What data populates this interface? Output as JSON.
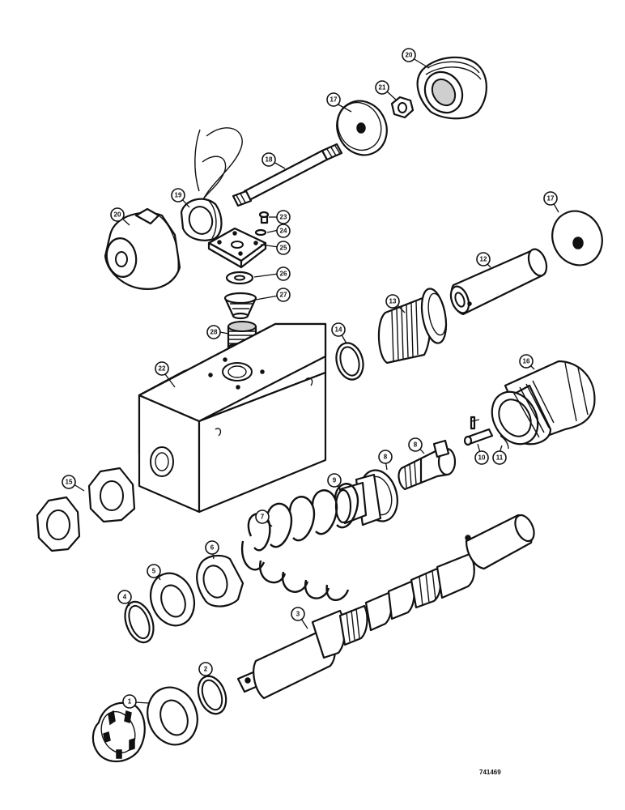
{
  "figure_number": "741469",
  "callouts": [
    {
      "id": "c1",
      "label": "1"
    },
    {
      "id": "c2",
      "label": "2"
    },
    {
      "id": "c3",
      "label": "3"
    },
    {
      "id": "c4",
      "label": "4"
    },
    {
      "id": "c5",
      "label": "5"
    },
    {
      "id": "c6",
      "label": "6"
    },
    {
      "id": "c7",
      "label": "7"
    },
    {
      "id": "c8a",
      "label": "8"
    },
    {
      "id": "c8b",
      "label": "8"
    },
    {
      "id": "c9",
      "label": "9"
    },
    {
      "id": "c10",
      "label": "10"
    },
    {
      "id": "c11",
      "label": "11"
    },
    {
      "id": "c12",
      "label": "12"
    },
    {
      "id": "c13",
      "label": "13"
    },
    {
      "id": "c14",
      "label": "14"
    },
    {
      "id": "c15",
      "label": "15"
    },
    {
      "id": "c16",
      "label": "16"
    },
    {
      "id": "c17a",
      "label": "17"
    },
    {
      "id": "c17b",
      "label": "17"
    },
    {
      "id": "c18",
      "label": "18"
    },
    {
      "id": "c19",
      "label": "19"
    },
    {
      "id": "c20a",
      "label": "20"
    },
    {
      "id": "c20b",
      "label": "20"
    },
    {
      "id": "c21",
      "label": "21"
    },
    {
      "id": "c22",
      "label": "22"
    },
    {
      "id": "c23",
      "label": "23"
    },
    {
      "id": "c24",
      "label": "24"
    },
    {
      "id": "c25",
      "label": "25"
    },
    {
      "id": "c26",
      "label": "26"
    },
    {
      "id": "c27",
      "label": "27"
    },
    {
      "id": "c28",
      "label": "28"
    }
  ]
}
